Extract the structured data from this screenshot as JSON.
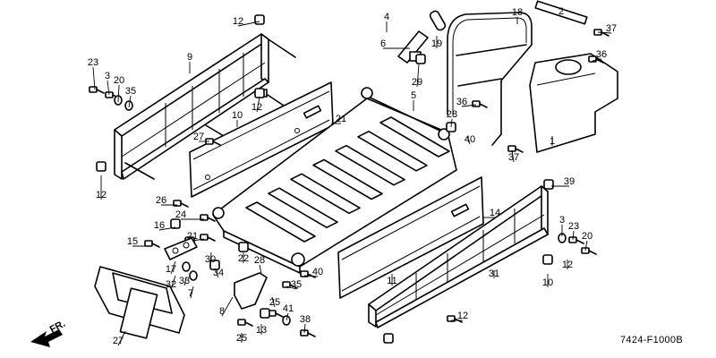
{
  "diagram": {
    "code": "7424-F1000B",
    "front_marker": "FR.",
    "callouts": [
      "12",
      "2",
      "4",
      "18",
      "37",
      "6",
      "19",
      "9",
      "23",
      "3",
      "20",
      "35",
      "29",
      "36",
      "5",
      "12",
      "28",
      "21",
      "10",
      "27",
      "40",
      "1",
      "36",
      "37",
      "12",
      "39",
      "26",
      "24",
      "16",
      "21",
      "14",
      "15",
      "17",
      "32",
      "30",
      "22",
      "33",
      "34",
      "7",
      "28",
      "40",
      "35",
      "3",
      "23",
      "20",
      "12",
      "10",
      "11",
      "31",
      "8",
      "25",
      "41",
      "38",
      "25",
      "13",
      "27",
      "12"
    ]
  }
}
